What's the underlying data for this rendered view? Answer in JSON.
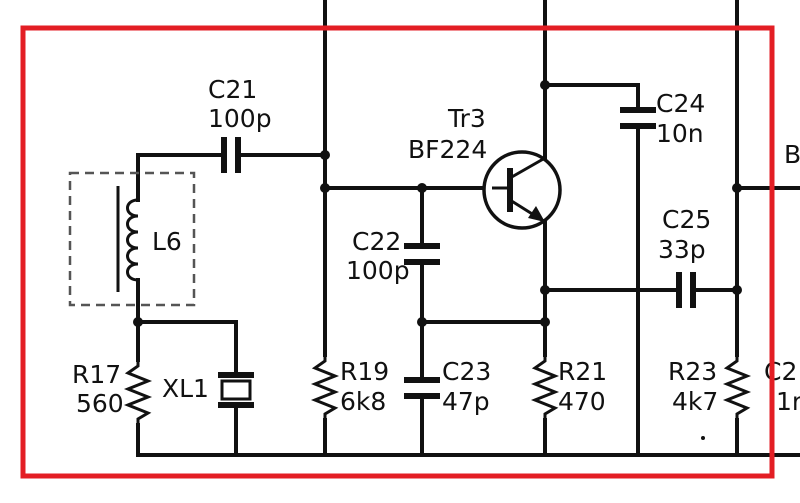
{
  "colors": {
    "frame": "#e31e24",
    "ink": "#111111"
  },
  "components": {
    "c21": {
      "ref": "C21",
      "value": "100p"
    },
    "c22": {
      "ref": "C22",
      "value": "100p"
    },
    "c23": {
      "ref": "C23",
      "value": "47p"
    },
    "c24": {
      "ref": "C24",
      "value": "10n"
    },
    "c25": {
      "ref": "C25",
      "value": "33p"
    },
    "l6": {
      "ref": "L6"
    },
    "xl1": {
      "ref": "XL1"
    },
    "r17": {
      "ref": "R17",
      "value": "560"
    },
    "r19": {
      "ref": "R19",
      "value": "6k8"
    },
    "r21": {
      "ref": "R21",
      "value": "470"
    },
    "r23": {
      "ref": "R23",
      "value": "4k7"
    },
    "tr3": {
      "ref": "Tr3",
      "value": "BF224"
    }
  },
  "edge_fragments": {
    "right_top": "B",
    "right_mid_ref": "C2",
    "right_mid_value": "1r"
  }
}
